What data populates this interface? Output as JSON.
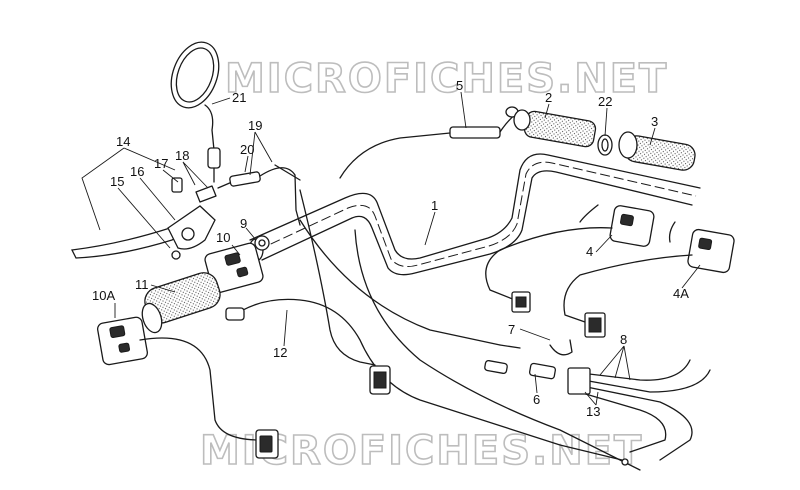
{
  "watermark": {
    "top": "MICROFICHES.NET",
    "bottom": "MICROFICHES.NET"
  },
  "callouts": {
    "c1": "1",
    "c2": "2",
    "c3": "3",
    "c4": "4",
    "c4A": "4A",
    "c5": "5",
    "c6": "6",
    "c7": "7",
    "c8": "8",
    "c9": "9",
    "c10": "10",
    "c10A": "10A",
    "c11": "11",
    "c12": "12",
    "c13": "13",
    "c14": "14",
    "c15": "15",
    "c16": "16",
    "c17": "17",
    "c18": "18",
    "c19": "19",
    "c20": "20",
    "c21": "21",
    "c22": "22"
  }
}
